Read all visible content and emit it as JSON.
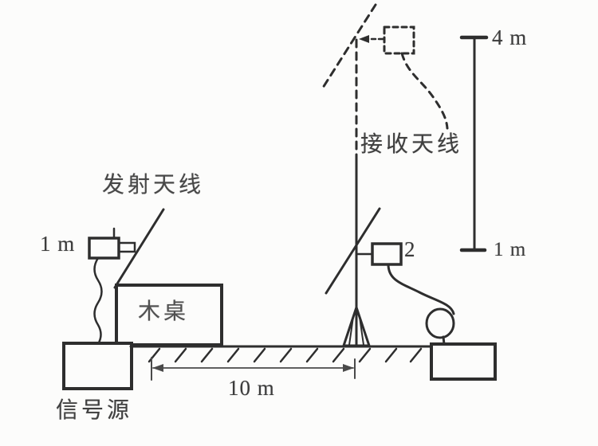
{
  "figure": {
    "title_semantic": "antenna radiated emission test setup",
    "background": "#fcfcfb",
    "ink": "#2e2e2e",
    "dim_color": "#4a4a4a",
    "labels": {
      "transmit_antenna": "发射天线",
      "receive_antenna": "接收天线",
      "table": "木桌",
      "signal_source": "信号源",
      "height_left": "1 m",
      "height_top": "4 m",
      "height_bottom": "1 m",
      "distance": "10 m",
      "port_number": "2"
    }
  }
}
